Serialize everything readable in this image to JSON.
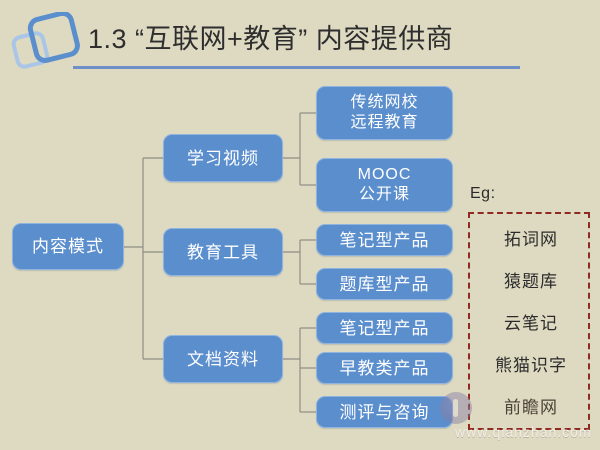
{
  "slide": {
    "background_color": "#dedac1",
    "accent_color": "#5b8ecd",
    "title": "1.3 “互联网+教育” 内容提供商",
    "underline_color": "#6f8fc9"
  },
  "logo": {
    "name": "double-rounded-square-logo",
    "front_color": "#5b8ecd",
    "back_color": "#a9c6e6"
  },
  "mindmap": {
    "root": {
      "label": "内容模式"
    },
    "level2": [
      {
        "label": "学习视频"
      },
      {
        "label": "教育工具"
      },
      {
        "label": "文档资料"
      }
    ],
    "level3": [
      {
        "line1": "传统网校",
        "line2": "远程教育"
      },
      {
        "line1": "MOOC",
        "line2": "公开课"
      },
      {
        "line1": "笔记型产品",
        "line2": ""
      },
      {
        "line1": "题库型产品",
        "line2": ""
      },
      {
        "line1": "笔记型产品",
        "line2": ""
      },
      {
        "line1": "早教类产品",
        "line2": ""
      },
      {
        "line1": "测评与咨询",
        "line2": ""
      }
    ]
  },
  "examples": {
    "label": "Eg:",
    "border_color": "#8e2a22",
    "items": [
      "拓词网",
      "猿题库",
      "云笔记",
      "熊猫识字",
      "前瞻网"
    ]
  },
  "watermark": {
    "url": "www.qianzhan.com",
    "mark_name": "qianzhan-circle-logo"
  }
}
